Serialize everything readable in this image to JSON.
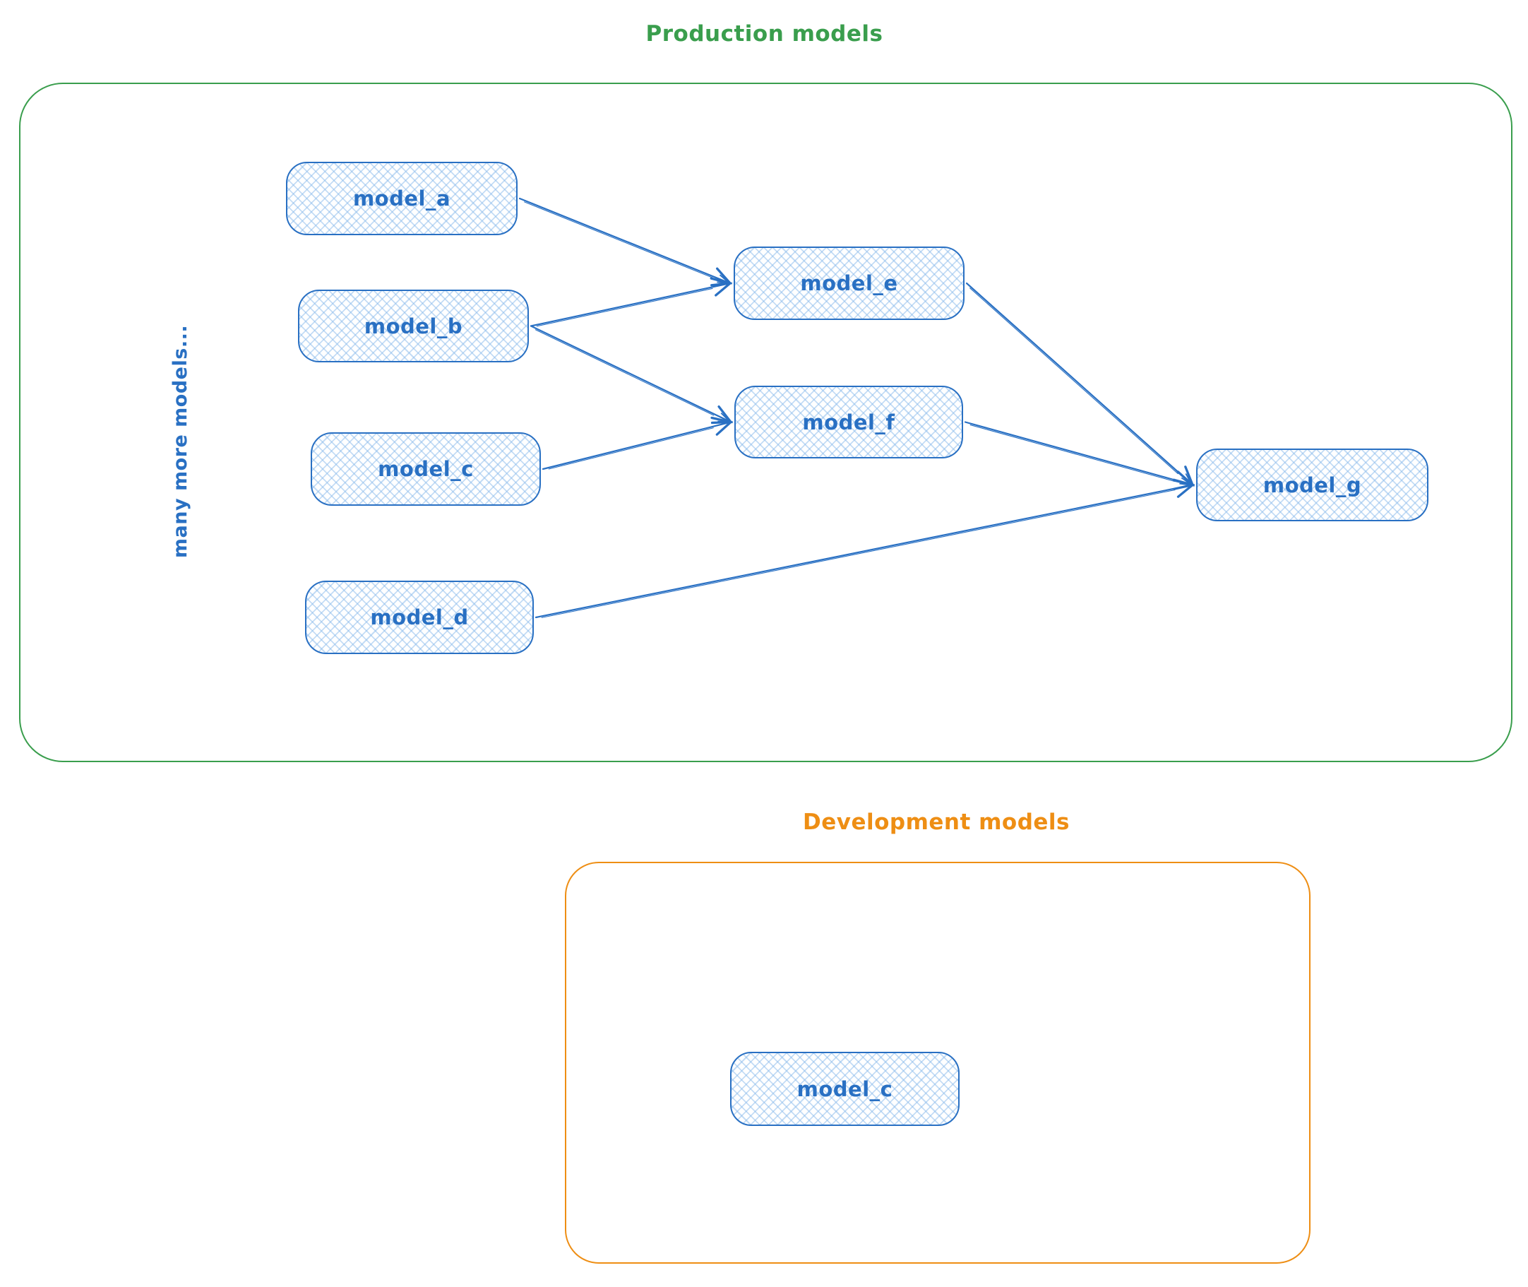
{
  "production": {
    "title": "Production models",
    "side_note": "many more models...",
    "nodes": [
      {
        "id": "model_a",
        "label": "model_a"
      },
      {
        "id": "model_b",
        "label": "model_b"
      },
      {
        "id": "model_c",
        "label": "model_c"
      },
      {
        "id": "model_d",
        "label": "model_d"
      },
      {
        "id": "model_e",
        "label": "model_e"
      },
      {
        "id": "model_f",
        "label": "model_f"
      },
      {
        "id": "model_g",
        "label": "model_g"
      }
    ],
    "edges": [
      {
        "from": "model_a",
        "to": "model_e"
      },
      {
        "from": "model_b",
        "to": "model_e"
      },
      {
        "from": "model_b",
        "to": "model_f"
      },
      {
        "from": "model_c",
        "to": "model_f"
      },
      {
        "from": "model_e",
        "to": "model_g"
      },
      {
        "from": "model_f",
        "to": "model_g"
      },
      {
        "from": "model_d",
        "to": "model_g"
      }
    ]
  },
  "development": {
    "title": "Development models",
    "nodes": [
      {
        "id": "dev_model_c",
        "label": "model_c"
      }
    ]
  },
  "colors": {
    "blue": "#2970c3",
    "green": "#3a9e4d",
    "orange": "#ee8e14",
    "node_hatch_fill": "#89baeb"
  }
}
